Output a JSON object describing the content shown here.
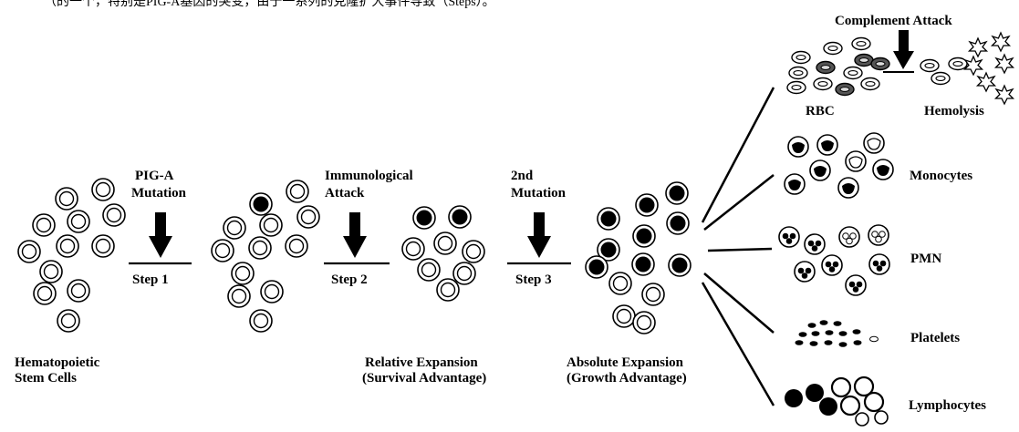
{
  "header": {
    "text": "（的一个，特别是PIG-A基因的突变，由于一系列的克隆扩大事件导致（Steps）。"
  },
  "labels": {
    "pig_a": "PIG-A",
    "mutation": "Mutation",
    "immunological": "Immunological",
    "attack": "Attack",
    "second": "2nd",
    "mutation2": "Mutation",
    "step1": "Step 1",
    "step2": "Step 2",
    "step3": "Step 3",
    "hsc_line1": "Hematopoietic",
    "hsc_line2": "Stem Cells",
    "rel_line1": "Relative Expansion",
    "rel_line2": "(Survival Advantage)",
    "abs_line1": "Absolute Expansion",
    "abs_line2": "(Growth Advantage)",
    "complement_attack": "Complement Attack",
    "rbc": "RBC",
    "hemolysis": "Hemolysis",
    "monocytes": "Monocytes",
    "pmn": "PMN",
    "platelets": "Platelets",
    "lymphocytes": "Lymphocytes"
  }
}
